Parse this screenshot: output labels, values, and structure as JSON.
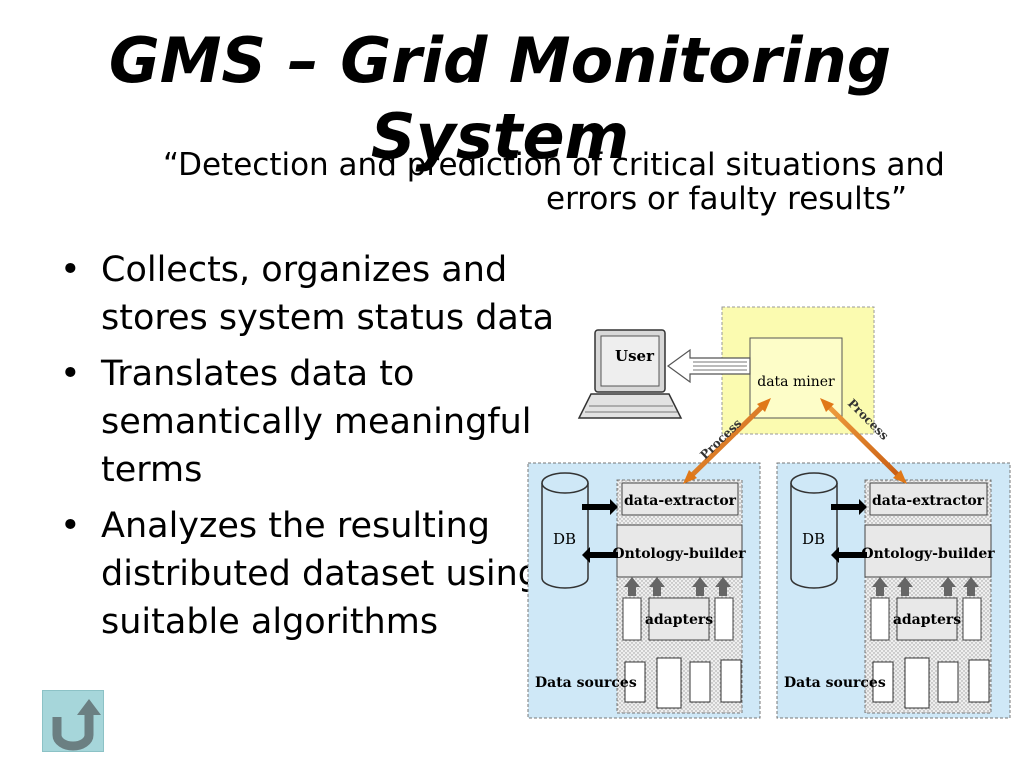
{
  "slide": {
    "title_line1": "GMS – Grid Monitoring",
    "title_line2": "System",
    "quote_line1": "“Detection and prediction of critical situations and",
    "quote_line2": "errors or faulty results”",
    "bullets": [
      {
        "bullet": "•",
        "text": "Collects, organizes and stores system status data"
      },
      {
        "bullet": "•",
        "text": "Translates data to semantically meaningful terms"
      },
      {
        "bullet": "•",
        "text": "Analyzes the resulting distributed dataset using suitable algorithms"
      }
    ]
  },
  "diagram": {
    "user_label": "User",
    "data_miner_label": "data miner",
    "process_label_left": "Process",
    "process_label_right": "Process",
    "sites": [
      {
        "db_label": "DB",
        "extractor_label": "data-extractor",
        "ontology_label": "Ontology-builder",
        "adapters_label": "adapters",
        "sources_label": "Data sources"
      },
      {
        "db_label": "DB",
        "extractor_label": "data-extractor",
        "ontology_label": "Ontology-builder",
        "adapters_label": "adapters",
        "sources_label": "Data sources"
      }
    ],
    "colors": {
      "site_bg": "#cfe8f7",
      "miner_bg": "#fbfbb0",
      "arrow": "#e07818"
    }
  },
  "nav": {
    "back_icon": "u-turn-back-icon"
  }
}
